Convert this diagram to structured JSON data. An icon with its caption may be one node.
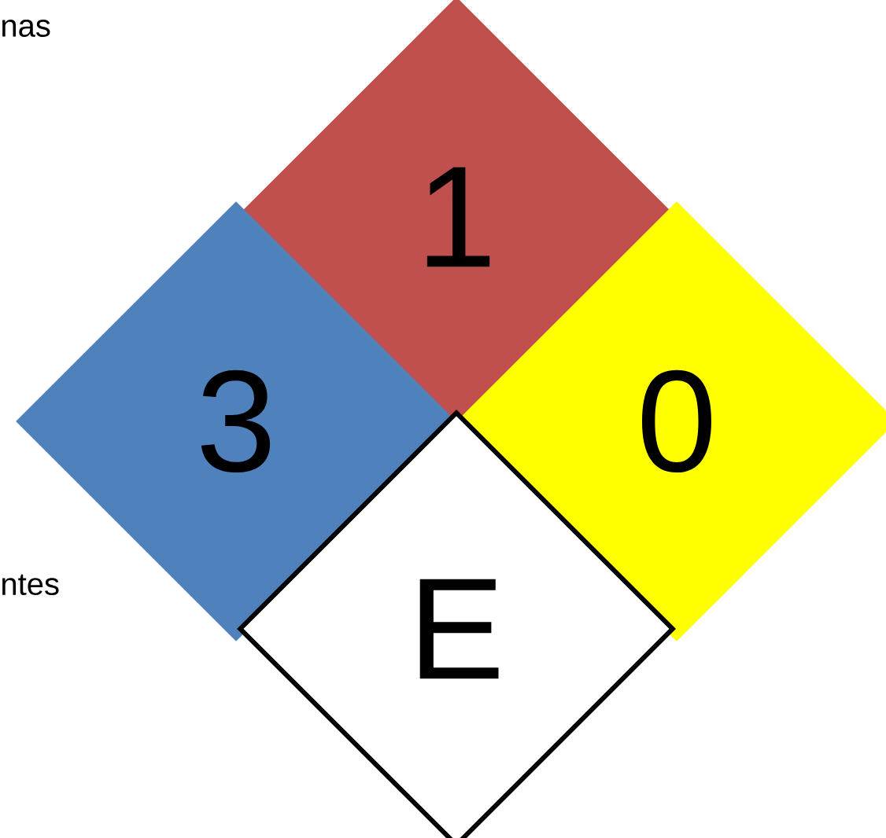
{
  "diagram": {
    "nodes": [
      {
        "text": [
          "1"
        ]
      },
      {
        "text": [
          "3"
        ]
      },
      {
        "text": [
          "0"
        ]
      },
      {
        "text": [
          "E"
        ]
      }
    ],
    "labels": [
      "nas",
      "ntes"
    ]
  }
}
